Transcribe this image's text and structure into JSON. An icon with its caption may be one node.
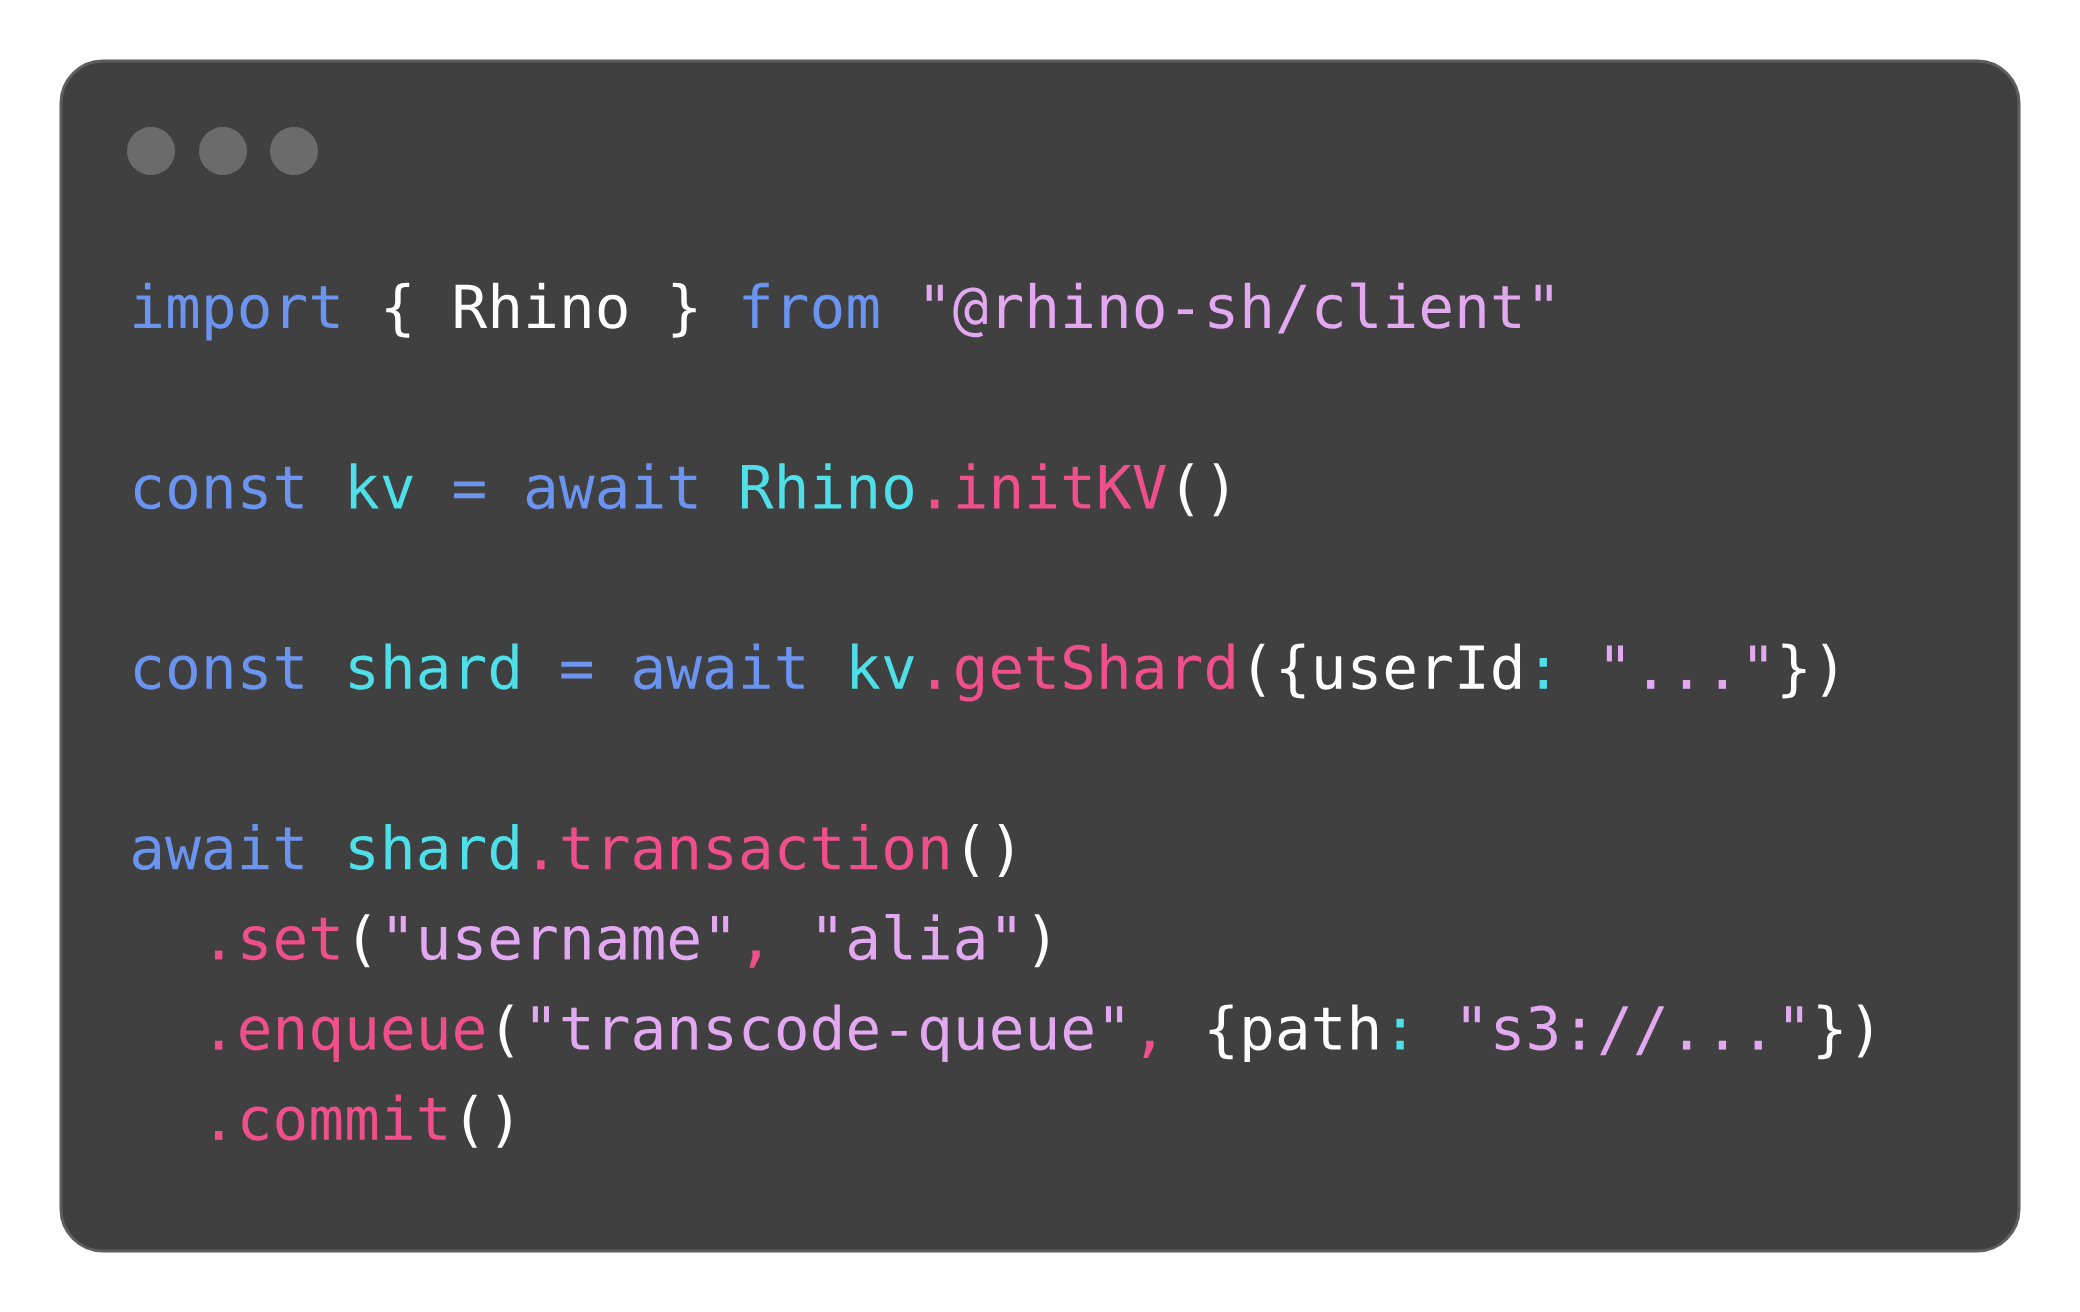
{
  "diagram": {
    "labels": [
      "import",
      "{ Rhino }",
      "from",
      "\"@rhino-sh/client\"",
      "const",
      "kv",
      "=",
      "await",
      "Rhino",
      ".initKV",
      "()",
      "const",
      "shard",
      "=",
      "await",
      "kv",
      ".getShard",
      "({userId",
      ":",
      "\"...\"",
      "})",
      "await",
      "shard",
      ".transaction",
      "()",
      ".set",
      "(",
      "\"username\"",
      ",",
      "\"alia\"",
      ")",
      ".enqueue",
      "(",
      "\"transcode-queue\"",
      ",",
      "{path",
      ":",
      "\"s3://...\"",
      "})",
      ".commit",
      "()"
    ]
  }
}
